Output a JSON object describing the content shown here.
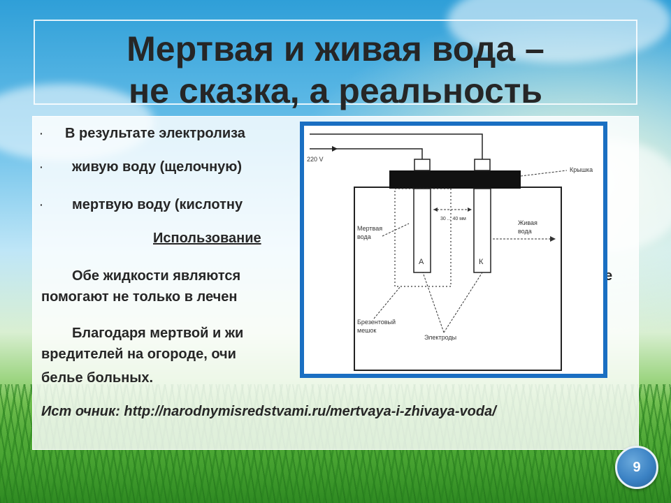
{
  "slide": {
    "title_line1": "Мертвая и живая вода –",
    "title_line2": "не сказка, а реальность",
    "page_number": "9"
  },
  "content": {
    "bullet1": "В результате электролиза",
    "bullet2": "живую воду (щелочную)",
    "bullet3": "мертвую воду (кислотну",
    "heading": "Использование",
    "para1_line1": "Обе жидкости являются",
    "para1_tail": "е",
    "para1_line2": "помогают не только в лечен",
    "para2_line1": "Благодаря мертвой и жи",
    "para2_line2": "вредителей на огороде, очи",
    "para2_line3": "белье больных.",
    "source": "Ист очник: http://narodnymisredstvami.ru/mertvaya-i-zhivaya-voda/"
  },
  "figure": {
    "voltage": "220 V",
    "lid": "Крышка",
    "dead_water_1": "Мертвая",
    "dead_water_2": "вода",
    "live_water_1": "Живая",
    "live_water_2": "вода",
    "distance": "30 ... 40 мм",
    "anode": "А",
    "cathode": "К",
    "bag_1": "Брезентовый",
    "bag_2": "мешок",
    "electrodes": "Электроды"
  },
  "colors": {
    "frame_blue": "#1a6fc2",
    "badge_blue": "#3b82c4",
    "text_dark": "#262626"
  }
}
